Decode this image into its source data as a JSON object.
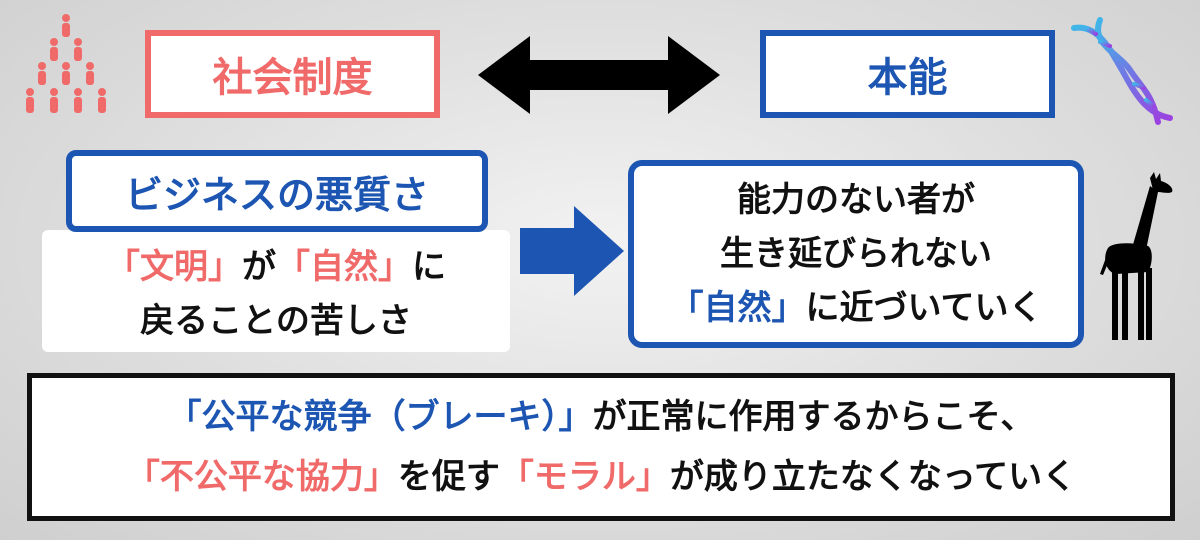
{
  "top": {
    "left_label": "社会制度",
    "right_label": "本能"
  },
  "business": {
    "title": "ビジネスの悪質さ",
    "line1": [
      {
        "text": "「文明」",
        "color": "red"
      },
      {
        "text": "が",
        "color": "black"
      },
      {
        "text": "「自然」",
        "color": "red"
      },
      {
        "text": "に",
        "color": "black"
      }
    ],
    "line2": "戻ることの苦しさ"
  },
  "nature": {
    "line1": "能力のない者が",
    "line2": "生き延びられない",
    "line3": [
      {
        "text": "「自然」",
        "color": "blue"
      },
      {
        "text": "に近づいていく",
        "color": "black"
      }
    ]
  },
  "bottom": {
    "line1": [
      {
        "text": "「公平な競争（ブレーキ）」",
        "color": "blue"
      },
      {
        "text": "が正常に作用するからこそ、",
        "color": "black"
      }
    ],
    "line2": [
      {
        "text": "「不公平な協力」",
        "color": "red"
      },
      {
        "text": "を促す",
        "color": "black"
      },
      {
        "text": "「モラル」",
        "color": "red"
      },
      {
        "text": "が成り立たなくなっていく",
        "color": "black"
      }
    ]
  },
  "colors": {
    "red": "#f06a6a",
    "blue": "#1d56b2",
    "black": "#111111"
  },
  "icons": [
    "people-pyramid-icon",
    "double-arrow-icon",
    "dna-icon",
    "right-arrow-icon",
    "giraffe-icon"
  ]
}
